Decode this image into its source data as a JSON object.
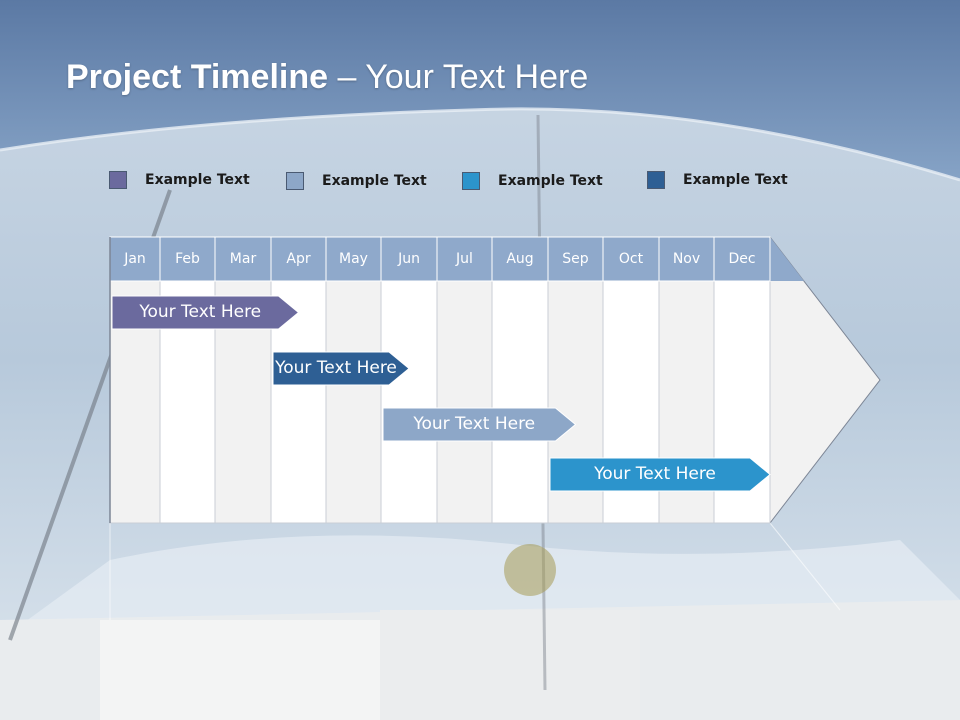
{
  "slide": {
    "title_bold": "Project Timeline",
    "title_rest": " – Your Text Here"
  },
  "legend": [
    {
      "label": "Example Text",
      "color": "#6b6a9e"
    },
    {
      "label": "Example Text",
      "color": "#8da7c8"
    },
    {
      "label": "Example Text",
      "color": "#2c94cc"
    },
    {
      "label": "Example Text",
      "color": "#2e5f94"
    }
  ],
  "months": [
    "Jan",
    "Feb",
    "Mar",
    "Apr",
    "May",
    "Jun",
    "Jul",
    "Aug",
    "Sep",
    "Oct",
    "Nov",
    "Dec"
  ],
  "tasks": [
    {
      "label": "Your  Text Here",
      "start_month": "Jan",
      "end_month": "Apr",
      "color": "#6b6a9e"
    },
    {
      "label": "Your  Text Here",
      "start_month": "Apr",
      "end_month": "Jun",
      "color": "#2e5f94"
    },
    {
      "label": "Your  Text Here",
      "start_month": "Jun",
      "end_month": "Sep",
      "color": "#8da7c8"
    },
    {
      "label": "Your  Text Here",
      "start_month": "Sep",
      "end_month": "Dec",
      "color": "#2c94cc"
    }
  ],
  "colors": {
    "header": "#8fa9cb",
    "header_dark": "#6f8fb8",
    "column_light": "#f2f2f2",
    "column_white": "#ffffff"
  }
}
